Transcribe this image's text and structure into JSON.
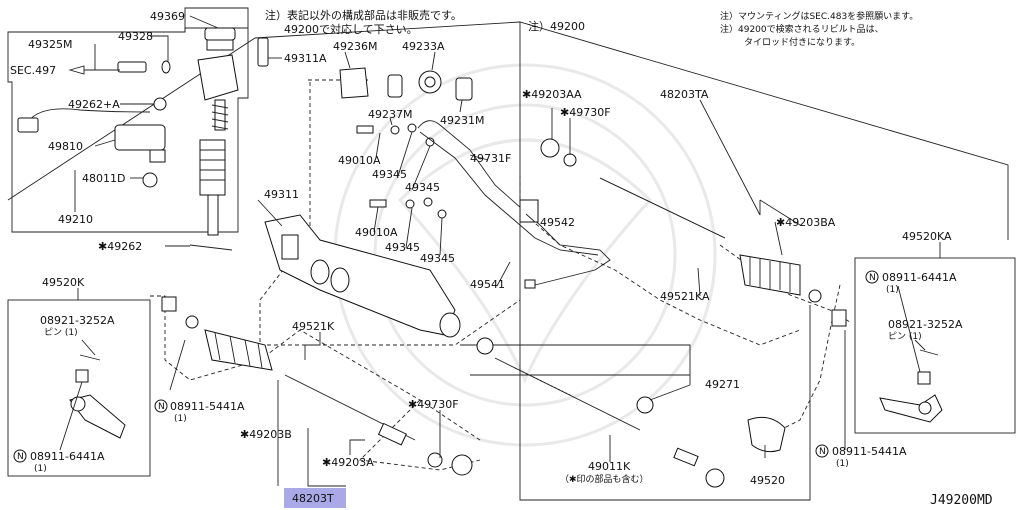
{
  "diagram_code": "J49200MD",
  "notes": {
    "top_left": [
      "注）表記以外の構成部品は非販売です。",
      "49200で対応して下さい。"
    ],
    "top_right": [
      "注）マウンティングはSEC.483を参照願います。",
      "注）49200で検索されるリビルト品は、",
      "タイロッド付きになります。"
    ],
    "assembly_ref": "注）49200"
  },
  "part_numbers": {
    "p49369": "49369",
    "p49325M": "49325M",
    "p49328": "49328",
    "sec497": "SEC.497",
    "p49311A": "49311A",
    "p49262A": "49262+A",
    "p49810": "49810",
    "p48011D": "48011D",
    "p49210": "49210",
    "p49262": "✱49262",
    "p49236M": "49236M",
    "p49233A": "49233A",
    "p49237M": "49237M",
    "p49231M": "49231M",
    "p49010A_1": "49010A",
    "p49345_1": "49345",
    "p49345_2": "49345",
    "p49731F": "49731F",
    "p49311": "49311",
    "p49010A_2": "49010A",
    "p49345_3": "49345",
    "p49345_4": "49345",
    "p49542": "49542",
    "p49541": "49541",
    "p49203AA": "✱49203AA",
    "p49730F_1": "✱49730F",
    "p48203TA": "48203TA",
    "p49203BA": "✱49203BA",
    "p49521KA": "49521KA",
    "p49520KA": "49520KA",
    "p49520K": "49520K",
    "p49521K": "49521K",
    "p49271": "49271",
    "p49730F_2": "✱49730F",
    "p49203B": "✱49203B",
    "p49203A": "✱49203A",
    "p49011K": "49011K",
    "p49011K_note": "（✱印の部品も含む）",
    "p49520": "49520",
    "p48203T": "48203T"
  },
  "callouts": {
    "nut_6441A_right": {
      "code": "08911-6441A",
      "qty": "(1)"
    },
    "pin_3252A_right": {
      "code": "08921-3252A",
      "sub": "ピン (1)"
    },
    "nut_5441A_right": {
      "code": "08911-5441A",
      "qty": "(1)"
    },
    "pin_3252A_left": {
      "code": "08921-3252A",
      "sub": "ピン (1)"
    },
    "nut_5441A_left": {
      "code": "08911-5441A",
      "qty": "(1)"
    },
    "nut_6441A_left": {
      "code": "08911-6441A",
      "qty": "(1)"
    }
  },
  "n_symbol": "N",
  "highlight_color": "#a9a9e8"
}
